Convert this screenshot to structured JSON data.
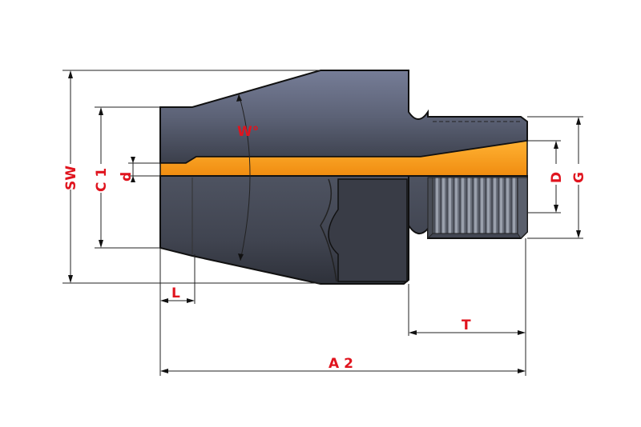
{
  "labels": {
    "sw": "SW",
    "c1": "C 1",
    "d_small": "d",
    "w_angle": "W°",
    "d_big": "D",
    "g": "G",
    "l": "L",
    "t": "T",
    "a2": "A 2"
  },
  "colors": {
    "body_dark": "#4a4f5e",
    "body_top": "#6f7690",
    "bore_orange": "#f5a623",
    "label_red": "#e0141e"
  }
}
